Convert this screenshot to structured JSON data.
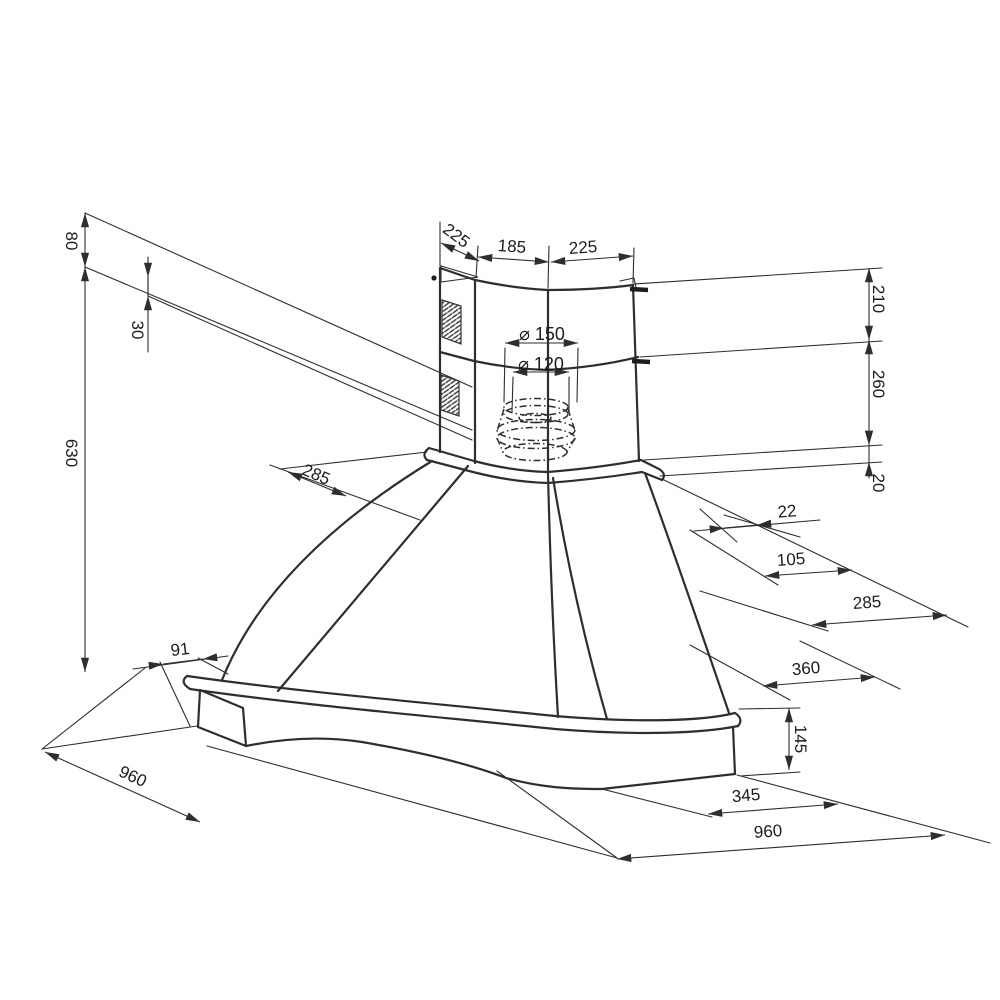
{
  "drawing": {
    "top": {
      "left_depth": "225",
      "front_left_width": "185",
      "front_right_width": "225"
    },
    "duct": {
      "outer_diameter": "⌀ 150",
      "inner_diameter": "⌀ 120"
    },
    "left": {
      "adjust_range": "80",
      "bracket_offset": "30",
      "total_height": "630"
    },
    "right": {
      "upper_section": "210",
      "lower_section": "260",
      "collar_height": "20"
    },
    "middle": {
      "canopy_left_depth": "285",
      "offset_small": "22",
      "offset_mid": "105",
      "depth_right": "285",
      "canopy_depth": "360"
    },
    "bottom": {
      "trim_overhang": "91",
      "base_height": "145",
      "floor_left_width": "960",
      "front_offset": "345",
      "floor_right_width": "960"
    }
  }
}
